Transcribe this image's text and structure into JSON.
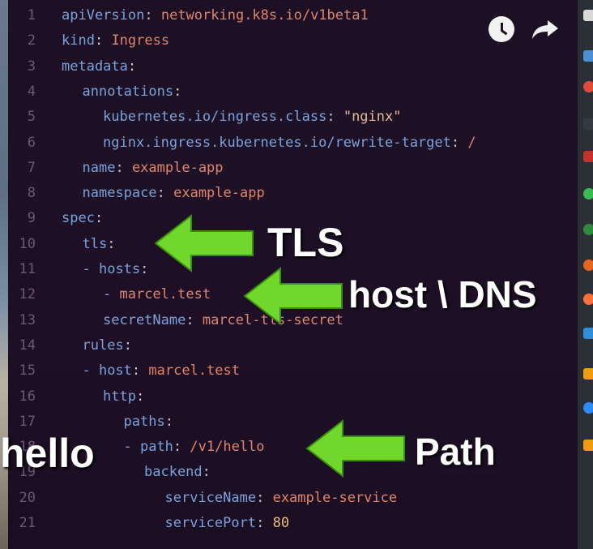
{
  "editor": {
    "line_numbers": [
      "1",
      "2",
      "3",
      "4",
      "5",
      "6",
      "7",
      "8",
      "9",
      "10",
      "11",
      "12",
      "13",
      "14",
      "15",
      "16",
      "17",
      "18",
      "19",
      "20",
      "21"
    ],
    "lines": [
      {
        "indent": 0,
        "key": "apiVersion",
        "sep": ": ",
        "value": "networking.k8s.io/v1beta1",
        "vtype": "v"
      },
      {
        "indent": 0,
        "key": "kind",
        "sep": ": ",
        "value": "Ingress",
        "vtype": "v"
      },
      {
        "indent": 0,
        "key": "metadata",
        "sep": ":",
        "value": "",
        "vtype": "v"
      },
      {
        "indent": 1,
        "key": "annotations",
        "sep": ":",
        "value": "",
        "vtype": "v"
      },
      {
        "indent": 2,
        "key": "kubernetes.io/ingress.class",
        "sep": ": ",
        "value": "\"nginx\"",
        "vtype": "s"
      },
      {
        "indent": 2,
        "key": "nginx.ingress.kubernetes.io/rewrite-target",
        "sep": ": ",
        "value": "/",
        "vtype": "v"
      },
      {
        "indent": 1,
        "key": "name",
        "sep": ": ",
        "value": "example-app",
        "vtype": "v"
      },
      {
        "indent": 1,
        "key": "namespace",
        "sep": ": ",
        "value": "example-app",
        "vtype": "v"
      },
      {
        "indent": 0,
        "key": "spec",
        "sep": ":",
        "value": "",
        "vtype": "v"
      },
      {
        "indent": 1,
        "key": "tls",
        "sep": ":",
        "value": "",
        "vtype": "v"
      },
      {
        "indent": 1,
        "key": "- hosts",
        "sep": ":",
        "value": "",
        "vtype": "v"
      },
      {
        "indent": 2,
        "key": "- ",
        "sep": "",
        "value": "marcel.test",
        "vtype": "v"
      },
      {
        "indent": 2,
        "key": "secretName",
        "sep": ": ",
        "value": "marcel-tls-secret",
        "vtype": "v"
      },
      {
        "indent": 1,
        "key": "rules",
        "sep": ":",
        "value": "",
        "vtype": "v"
      },
      {
        "indent": 1,
        "key": "- host",
        "sep": ": ",
        "value": "marcel.test",
        "vtype": "v"
      },
      {
        "indent": 2,
        "key": "http",
        "sep": ":",
        "value": "",
        "vtype": "v"
      },
      {
        "indent": 3,
        "key": "paths",
        "sep": ":",
        "value": "",
        "vtype": "v"
      },
      {
        "indent": 3,
        "key": "- path",
        "sep": ": ",
        "value": "/v1/hello",
        "vtype": "v"
      },
      {
        "indent": 4,
        "key": "backend",
        "sep": ":",
        "value": "",
        "vtype": "v"
      },
      {
        "indent": 5,
        "key": "serviceName",
        "sep": ": ",
        "value": "example-service",
        "vtype": "v"
      },
      {
        "indent": 5,
        "key": "servicePort",
        "sep": ": ",
        "value": "80",
        "vtype": "n"
      }
    ]
  },
  "annotations": {
    "tls": "TLS",
    "host_dns": "host \\ DNS",
    "path": "Path",
    "hello": "hello"
  },
  "overlay_icons": [
    "clock-icon",
    "share-arrow-icon"
  ],
  "colors": {
    "editor_bg": "#1d1024",
    "key": "#7aa2dc",
    "value": "#e0856a",
    "string": "#e8b79a",
    "number": "#e8c07a",
    "arrow_green": "#6fd82a",
    "annotation_text": "#ffffff"
  },
  "taskbar_icons": [
    "files-icon",
    "calendar-icon",
    "chrome-icon",
    "terminal-icon",
    "app-red-icon",
    "app-green-icon",
    "app-green2-icon",
    "app-orange-icon",
    "firefox-icon",
    "vscode-icon",
    "virtualbox-icon",
    "zoom-icon",
    "virtualbox2-icon"
  ]
}
